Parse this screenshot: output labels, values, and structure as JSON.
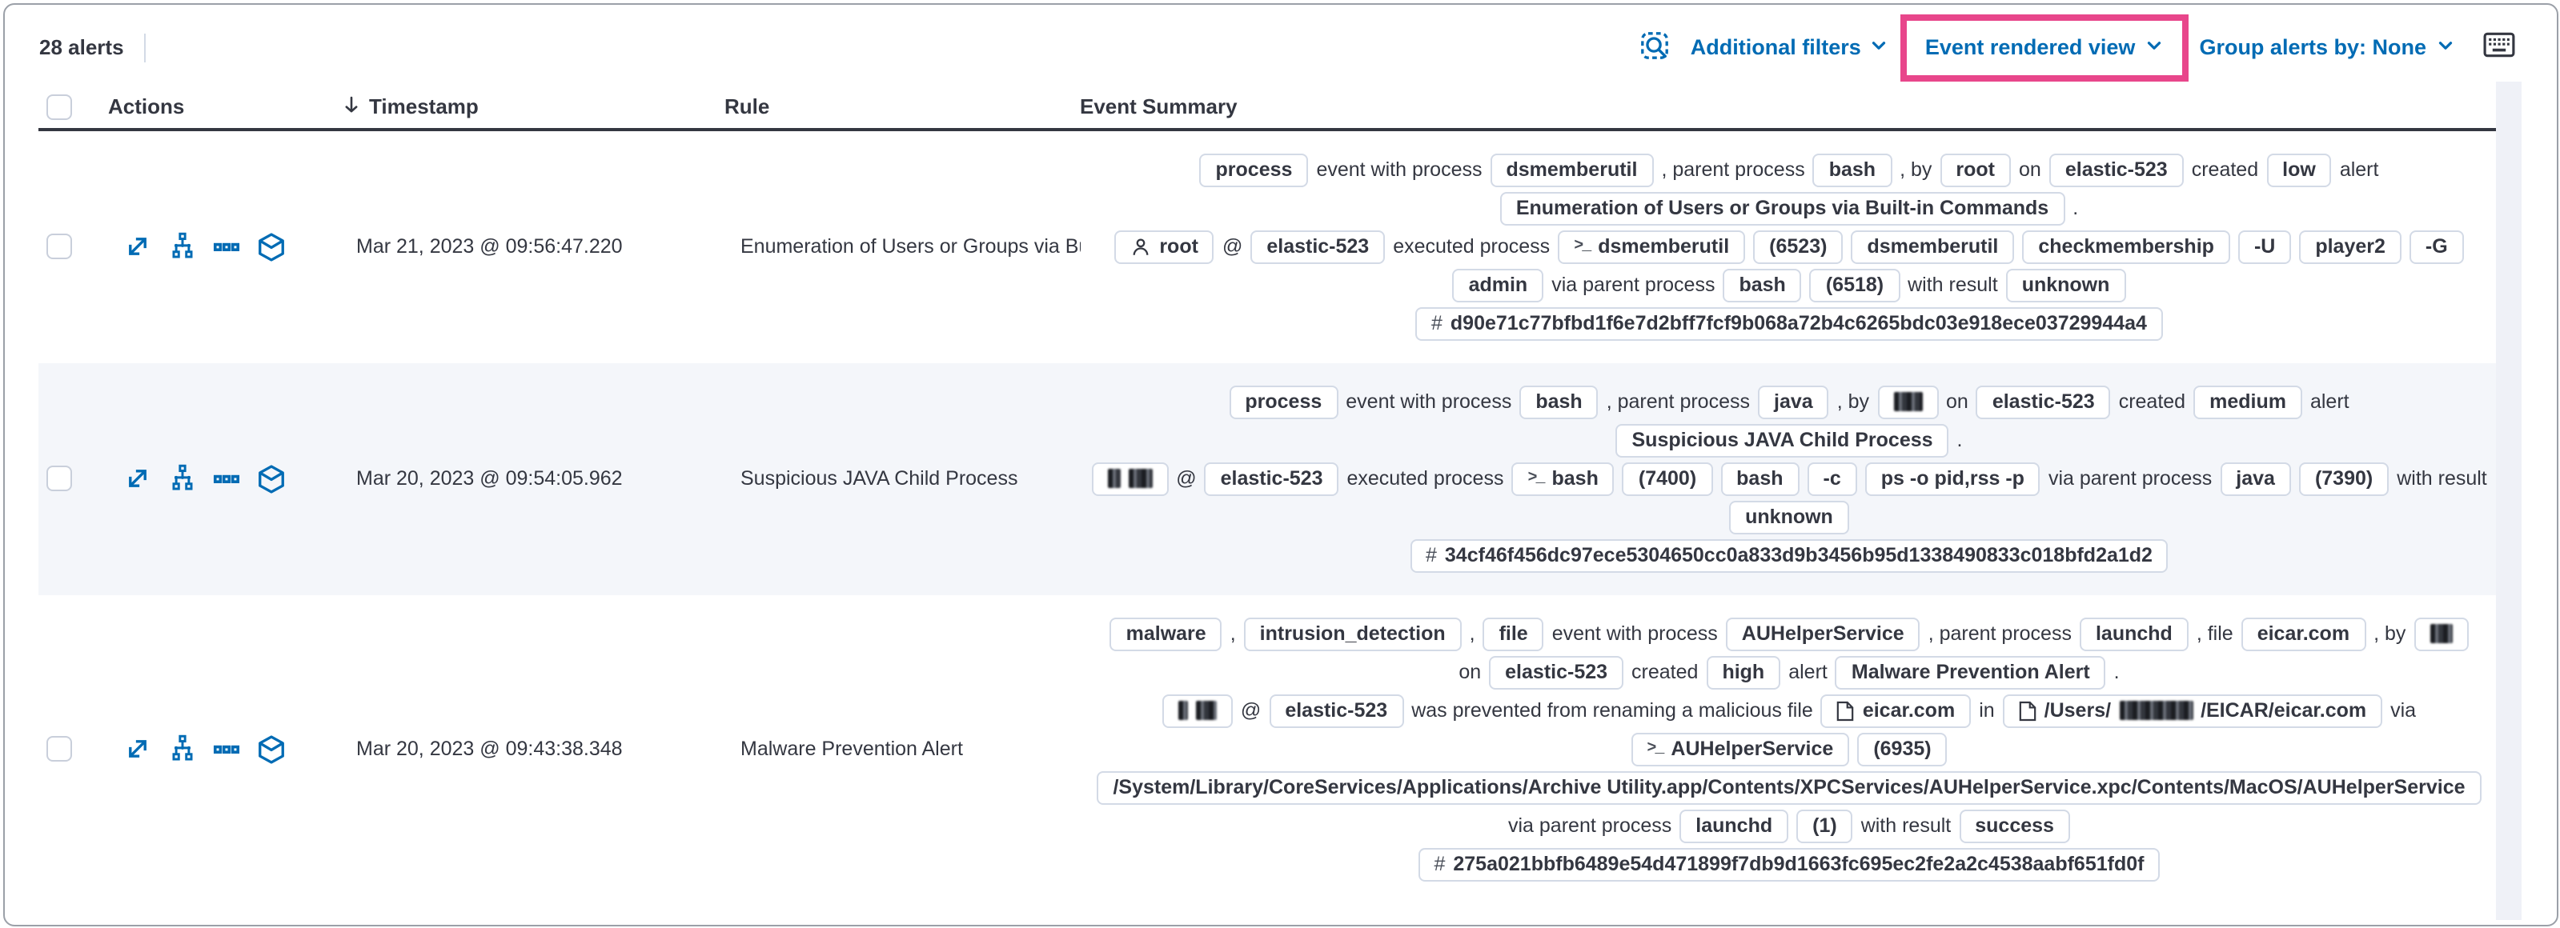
{
  "toolbar": {
    "alert_count": "28 alerts",
    "additional_filters": "Additional filters",
    "view_selector": "Event rendered view",
    "group_alerts": "Group alerts by: None",
    "link_color": "#006bb4",
    "highlight_color": "#e8468b"
  },
  "icons": {
    "inspect": "document-with-magnifier",
    "chevron_down": "v",
    "keyboard": "keyboard-outline",
    "sort": "arrow-down",
    "row_actions": [
      "expand",
      "analyzer",
      "more-actions",
      "session-view"
    ],
    "badge_glyphs": {
      "user": "person-outline",
      "terminal": ">_",
      "file": "document-outline",
      "hash": "#"
    }
  },
  "table": {
    "headers": {
      "actions": "Actions",
      "timestamp": "Timestamp",
      "rule": "Rule",
      "event_summary": "Event Summary"
    },
    "rows": [
      {
        "timestamp": "Mar 21, 2023 @ 09:56:47.220",
        "rule": "Enumeration of Users or Groups via Bui",
        "summary": [
          [
            {
              "b": "process"
            },
            {
              "t": "event with process"
            },
            {
              "b": "dsmemberutil"
            },
            {
              "t": ", parent process"
            },
            {
              "b": "bash"
            },
            {
              "t": ", by"
            },
            {
              "b": "root"
            },
            {
              "t": "on"
            },
            {
              "b": "elastic-523"
            },
            {
              "t": "created"
            },
            {
              "b": "low"
            },
            {
              "t": "alert"
            }
          ],
          [
            {
              "b": "Enumeration of Users or Groups via Built-in Commands"
            },
            {
              "t": "."
            }
          ],
          [
            {
              "b": "root",
              "icon": "user"
            },
            {
              "t": "@"
            },
            {
              "b": "elastic-523"
            },
            {
              "t": "executed process"
            },
            {
              "b": "dsmemberutil",
              "icon": "terminal"
            },
            {
              "b": "(6523)"
            },
            {
              "b": "dsmemberutil"
            },
            {
              "b": "checkmembership"
            },
            {
              "b": "-U"
            },
            {
              "b": "player2"
            },
            {
              "b": "-G"
            }
          ],
          [
            {
              "b": "admin"
            },
            {
              "t": "via parent process"
            },
            {
              "b": "bash"
            },
            {
              "b": "(6518)"
            },
            {
              "t": "with result"
            },
            {
              "b": "unknown"
            }
          ],
          [
            {
              "b": "d90e71c77bfbd1f6e7d2bff7fcf9b068a72b4c6265bdc03e918ece03729944a4",
              "icon": "hash"
            }
          ]
        ]
      },
      {
        "timestamp": "Mar 20, 2023 @ 09:54:05.962",
        "rule": "Suspicious JAVA Child Process",
        "summary": [
          [
            {
              "b": "process"
            },
            {
              "t": "event with process"
            },
            {
              "b": "bash"
            },
            {
              "t": ", parent process"
            },
            {
              "b": "java"
            },
            {
              "t": ", by"
            },
            {
              "b": [
                {
                  "r": 18
                }
              ]
            },
            {
              "t": "on"
            },
            {
              "b": "elastic-523"
            },
            {
              "t": "created"
            },
            {
              "b": "medium"
            },
            {
              "t": "alert"
            }
          ],
          [
            {
              "b": "Suspicious JAVA Child Process"
            },
            {
              "t": "."
            }
          ],
          [
            {
              "b": [
                {
                  "r": 8
                },
                {
                  "r": 15
                }
              ]
            },
            {
              "t": "@"
            },
            {
              "b": "elastic-523"
            },
            {
              "t": "executed process"
            },
            {
              "b": "bash",
              "icon": "terminal"
            },
            {
              "b": "(7400)"
            },
            {
              "b": "bash"
            },
            {
              "b": "-c"
            },
            {
              "b": "ps -o pid,rss -p"
            },
            {
              "t": "via parent process"
            },
            {
              "b": "java"
            },
            {
              "b": "(7390)"
            },
            {
              "t": "with result"
            }
          ],
          [
            {
              "b": "unknown"
            }
          ],
          [
            {
              "b": "34cf46f456dc97ece5304650cc0a833d9b3456b95d1338490833c018bfd2a1d2",
              "icon": "hash"
            }
          ]
        ]
      },
      {
        "timestamp": "Mar 20, 2023 @ 09:43:38.348",
        "rule": "Malware Prevention Alert",
        "summary": [
          [
            {
              "b": "malware"
            },
            {
              "t": ","
            },
            {
              "b": "intrusion_detection"
            },
            {
              "t": ","
            },
            {
              "b": "file"
            },
            {
              "t": "event with process"
            },
            {
              "b": "AUHelperService"
            },
            {
              "t": ", parent process"
            },
            {
              "b": "launchd"
            },
            {
              "t": ", file"
            },
            {
              "b": "eicar.com"
            },
            {
              "t": ", by"
            },
            {
              "b": [
                {
                  "r": 14
                }
              ]
            }
          ],
          [
            {
              "t": "on"
            },
            {
              "b": "elastic-523"
            },
            {
              "t": "created"
            },
            {
              "b": "high"
            },
            {
              "t": "alert"
            },
            {
              "b": "Malware Prevention Alert"
            },
            {
              "t": "."
            }
          ],
          [
            {
              "b": [
                {
                  "r": 6
                },
                {
                  "r": 13
                }
              ]
            },
            {
              "t": "@"
            },
            {
              "b": "elastic-523"
            },
            {
              "t": "was prevented from renaming a malicious file"
            },
            {
              "b": "eicar.com",
              "icon": "file"
            },
            {
              "t": "in"
            },
            {
              "b": [
                "/Users/",
                {
                  "r": 46
                },
                "/EICAR/eicar.com"
              ],
              "icon": "file"
            },
            {
              "t": "via"
            }
          ],
          [
            {
              "b": "AUHelperService",
              "icon": "terminal"
            },
            {
              "b": "(6935)"
            }
          ],
          [
            {
              "b": "/System/Library/CoreServices/Applications/Archive Utility.app/Contents/XPCServices/AUHelperService.xpc/Contents/MacOS/AUHelperService"
            }
          ],
          [
            {
              "t": "via parent process"
            },
            {
              "b": "launchd"
            },
            {
              "b": "(1)"
            },
            {
              "t": "with result"
            },
            {
              "b": "success"
            }
          ],
          [
            {
              "b": "275a021bbfb6489e54d471899f7db9d1663fc695ec2fe2a2c4538aabf651fd0f",
              "icon": "hash"
            }
          ]
        ]
      }
    ]
  }
}
